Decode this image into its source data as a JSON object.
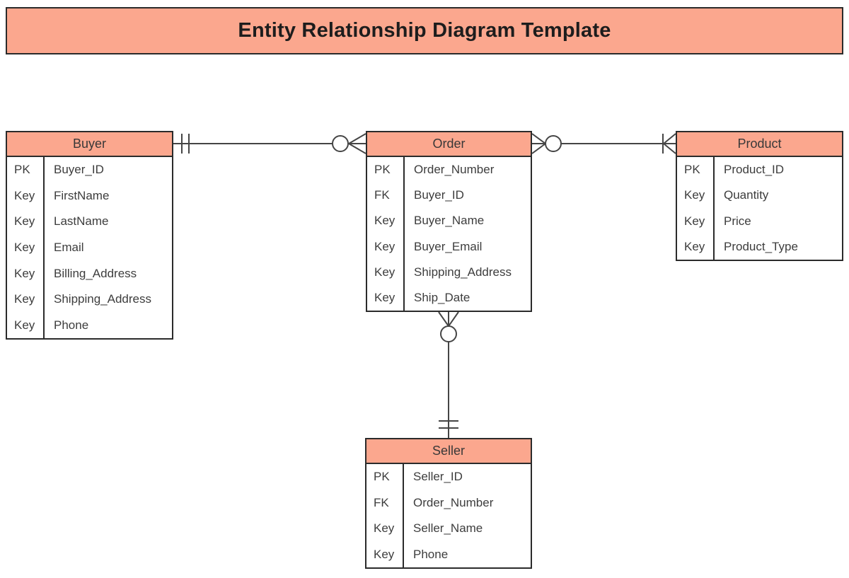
{
  "title": "Entity Relationship Diagram Template",
  "colors": {
    "header_fill": "#fba78e",
    "border": "#2b2b2b",
    "connector_line": "#454545",
    "row_text": "#3d3d3d",
    "title_text": "#1d1d1d",
    "background": "#ffffff"
  },
  "entities": [
    {
      "id": "buyer",
      "name": "Buyer",
      "rows": [
        {
          "key": "PK",
          "field": "Buyer_ID"
        },
        {
          "key": "Key",
          "field": "FirstName"
        },
        {
          "key": "Key",
          "field": "LastName"
        },
        {
          "key": "Key",
          "field": "Email"
        },
        {
          "key": "Key",
          "field": "Billing_Address"
        },
        {
          "key": "Key",
          "field": "Shipping_Address"
        },
        {
          "key": "Key",
          "field": "Phone"
        }
      ]
    },
    {
      "id": "order",
      "name": "Order",
      "rows": [
        {
          "key": "PK",
          "field": "Order_Number"
        },
        {
          "key": "FK",
          "field": "Buyer_ID"
        },
        {
          "key": "Key",
          "field": "Buyer_Name"
        },
        {
          "key": "Key",
          "field": "Buyer_Email"
        },
        {
          "key": "Key",
          "field": "Shipping_Address"
        },
        {
          "key": "Key",
          "field": "Ship_Date"
        }
      ]
    },
    {
      "id": "product",
      "name": "Product",
      "rows": [
        {
          "key": "PK",
          "field": "Product_ID"
        },
        {
          "key": "Key",
          "field": "Quantity"
        },
        {
          "key": "Key",
          "field": "Price"
        },
        {
          "key": "Key",
          "field": "Product_Type"
        }
      ]
    },
    {
      "id": "seller",
      "name": "Seller",
      "rows": [
        {
          "key": "PK",
          "field": "Seller_ID"
        },
        {
          "key": "FK",
          "field": "Order_Number"
        },
        {
          "key": "Key",
          "field": "Seller_Name"
        },
        {
          "key": "Key",
          "field": "Phone"
        }
      ]
    }
  ],
  "relationships": [
    {
      "from": "Buyer",
      "to": "Order",
      "from_cardinality": "one-and-only-one",
      "to_cardinality": "zero-or-many"
    },
    {
      "from": "Order",
      "to": "Product",
      "from_cardinality": "zero-or-many",
      "to_cardinality": "one-or-many"
    },
    {
      "from": "Order",
      "to": "Seller",
      "from_cardinality": "zero-or-many",
      "to_cardinality": "one-and-only-one"
    }
  ]
}
